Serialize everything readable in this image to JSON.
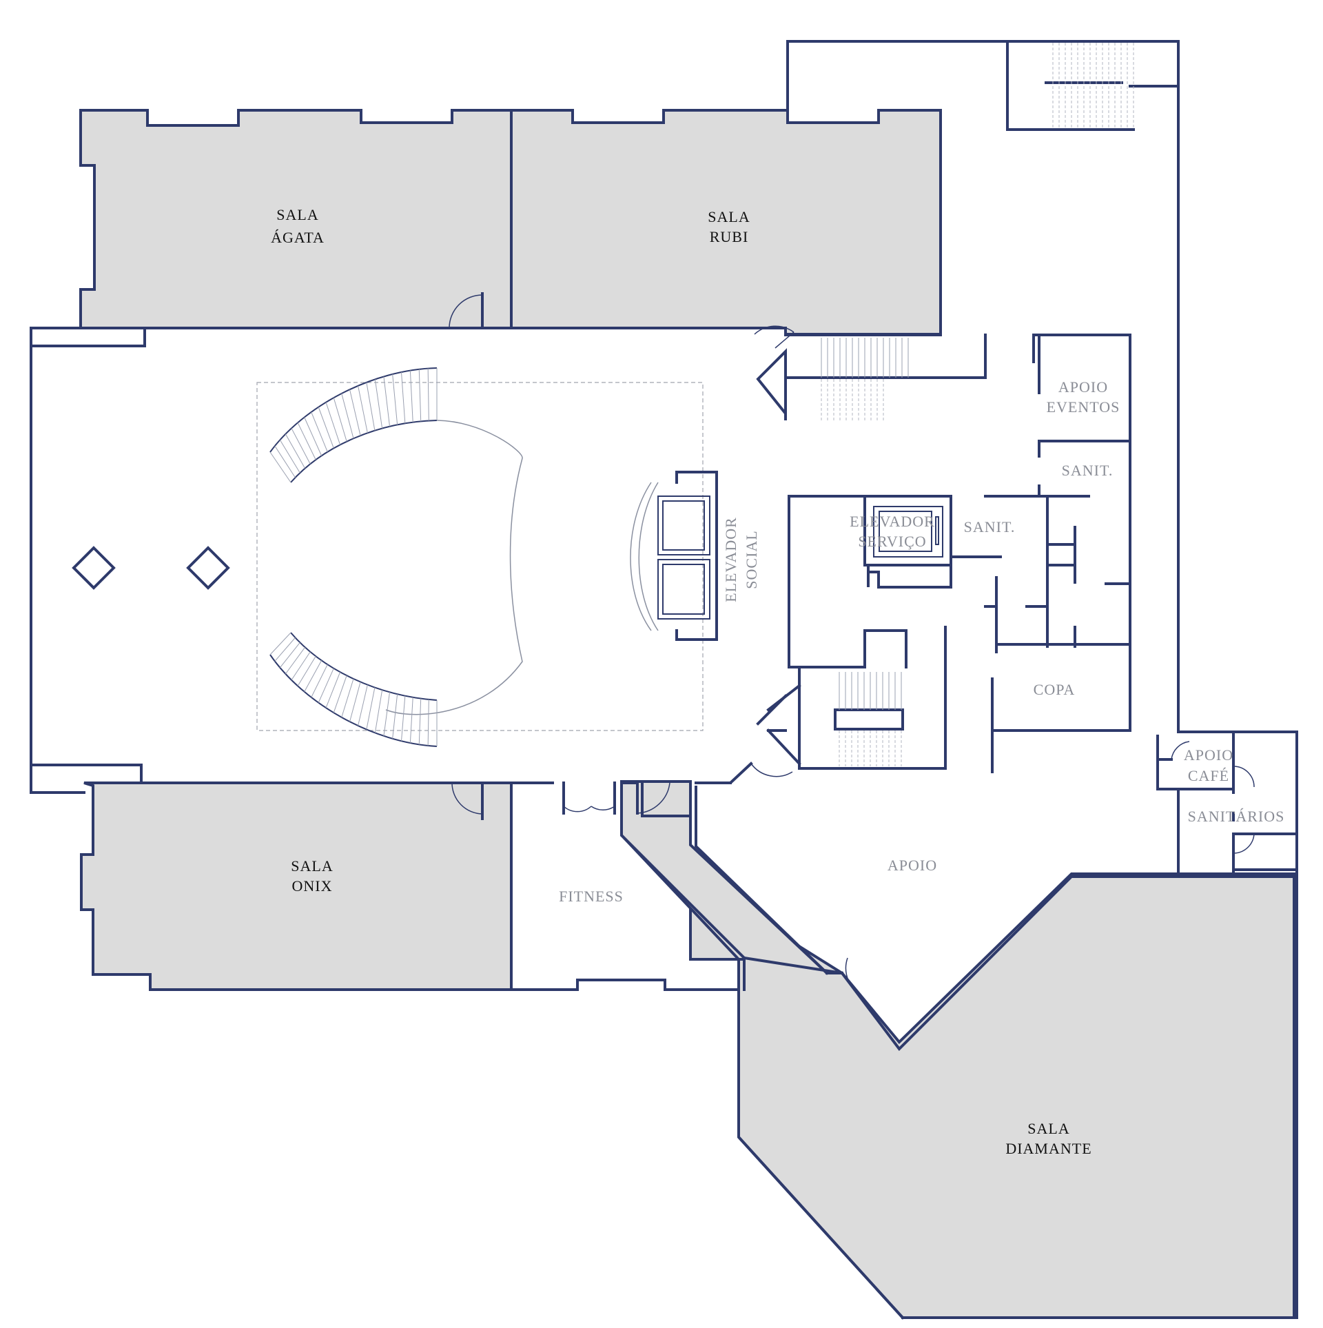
{
  "rooms": {
    "agata": {
      "line1": "SALA",
      "line2": "ÁGATA"
    },
    "rubi": {
      "line1": "SALA",
      "line2": "RUBI"
    },
    "onix": {
      "line1": "SALA",
      "line2": "ONIX"
    },
    "diamante": {
      "line1": "SALA",
      "line2": "DIAMANTE"
    },
    "fitness": "FITNESS",
    "apoio": "APOIO",
    "apoio_eventos": {
      "line1": "APOIO",
      "line2": "EVENTOS"
    },
    "sanit_upper": "SANIT.",
    "sanit_mid": "SANIT.",
    "elevador_servico": {
      "line1": "ELEVADOR",
      "line2": "SERVIÇO"
    },
    "elevador_social": {
      "line1": "ELEVADOR",
      "line2": "SOCIAL"
    },
    "copa": "COPA",
    "apoio_cafe": {
      "line1": "APOIO",
      "line2": "CAFÉ"
    },
    "sanitarios": "SANITÁRIOS"
  },
  "colors": {
    "wall": "#2e3a6b",
    "room_fill": "#dcdcdc",
    "label_dark": "#111111",
    "label_grey": "#8a8d96"
  }
}
